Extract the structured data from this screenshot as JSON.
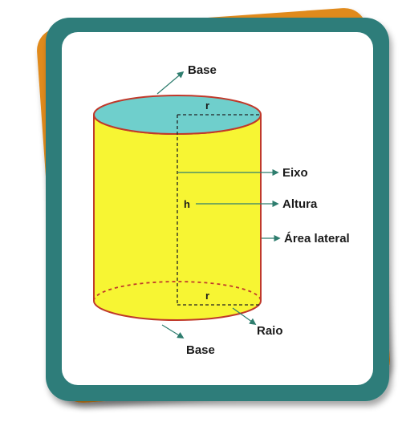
{
  "diagram": {
    "labels": {
      "base_top": "Base",
      "base_bottom": "Base",
      "eixo": "Eixo",
      "altura": "Altura",
      "area_lateral": "Área lateral",
      "raio": "Raio",
      "r_top": "r",
      "r_bottom": "r",
      "h": "h"
    }
  },
  "colors": {
    "card_teal": "#2e7d7a",
    "card_orange": "#e08a1e",
    "cylinder_body": "#f7f533",
    "cylinder_top": "#6fcfcc",
    "cylinder_outline": "#c0392b",
    "arrow": "#2e7d6e",
    "guide_line": "#222222"
  }
}
